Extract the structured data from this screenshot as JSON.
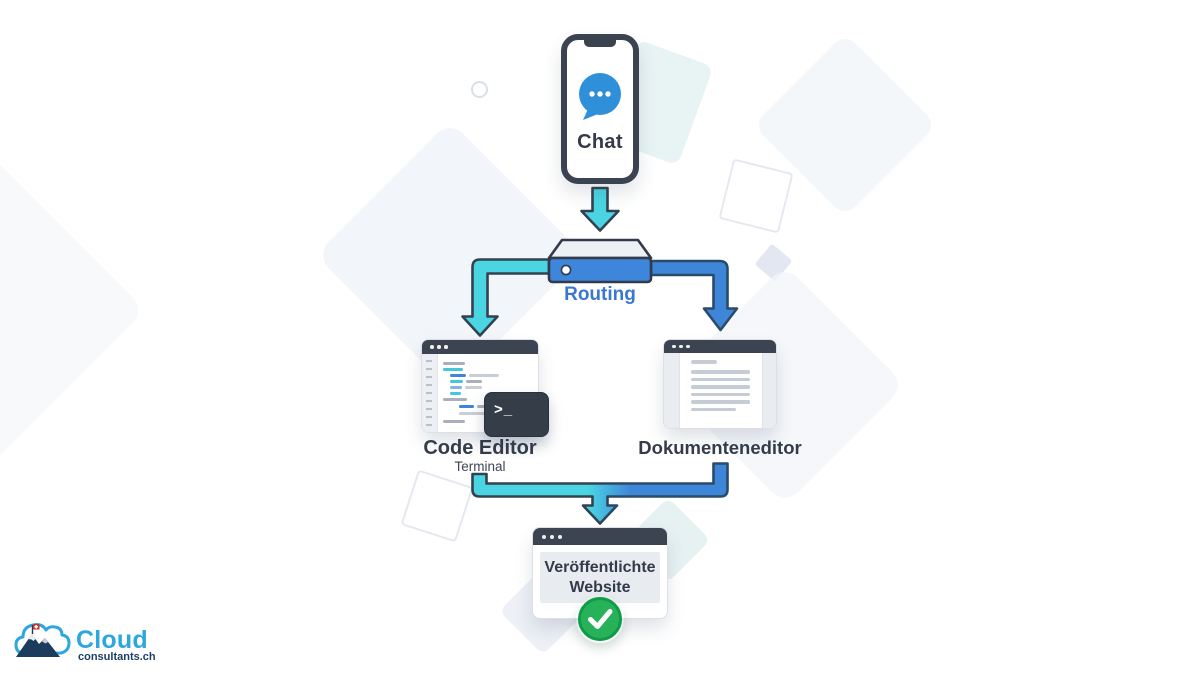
{
  "nodes": {
    "chat": {
      "label": "Chat"
    },
    "routing": {
      "label": "Routing"
    },
    "code_editor": {
      "label": "Code Editor",
      "sublabel": "Terminal",
      "terminal_prompt": ">_"
    },
    "document_editor": {
      "label": "Dokumenteneditor"
    },
    "website": {
      "label_line1": "Veröffentlichte",
      "label_line2": "Website"
    }
  },
  "branding": {
    "name": "Cloud",
    "domain": "consultants.ch"
  },
  "icons": {
    "chat_bubble": "speech-bubble-with-dots",
    "router": "router-device",
    "terminal": "terminal-prompt",
    "check": "success-checkmark",
    "logo": "cloud-mountain-swiss-flag"
  },
  "colors": {
    "arrow_cyan": "#4BD5E3",
    "arrow_blue": "#3E86D8",
    "label_dark": "#333B4A",
    "routing_label": "#3A78D0",
    "success_green": "#27B259",
    "logo_blue": "#2EA7E0",
    "logo_navy": "#1C3F66"
  }
}
